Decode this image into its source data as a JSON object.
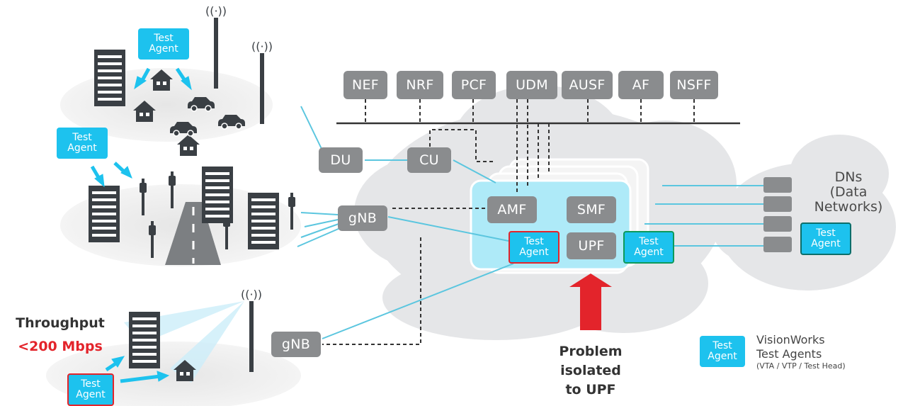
{
  "top_functions": [
    "NEF",
    "NRF",
    "PCF",
    "UDM",
    "AUSF",
    "AF",
    "NSFF"
  ],
  "ran_nodes": {
    "du": "DU",
    "cu": "CU",
    "gnb_middle": "gNB",
    "gnb_bottom": "gNB"
  },
  "core_functions": {
    "amf": "AMF",
    "smf": "SMF",
    "upf": "UPF"
  },
  "test_agent": {
    "line1": "Test",
    "line2": "Agent"
  },
  "data_networks": {
    "line1": "DNs",
    "line2": "(Data",
    "line3": "Networks)"
  },
  "throughput": {
    "label": "Throughput",
    "value": "<200 Mbps"
  },
  "problem": {
    "line1": "Problem",
    "line2": "isolated",
    "line3": "to UPF"
  },
  "legend": {
    "title_line1": "VisionWorks",
    "title_line2": "Test Agents",
    "subtitle": "(VTA / VTP / Test Head)"
  },
  "colors": {
    "node_gray": "#8a8c8e",
    "agent_blue": "#1dc2ee",
    "link_blue": "#5bc6df",
    "core_panel": "#aeeaf8",
    "problem_red": "#e3242b",
    "agent_border_red": "#e3242b",
    "agent_border_green": "#0e9a5a",
    "agent_border_teal": "#0c6e6a"
  }
}
